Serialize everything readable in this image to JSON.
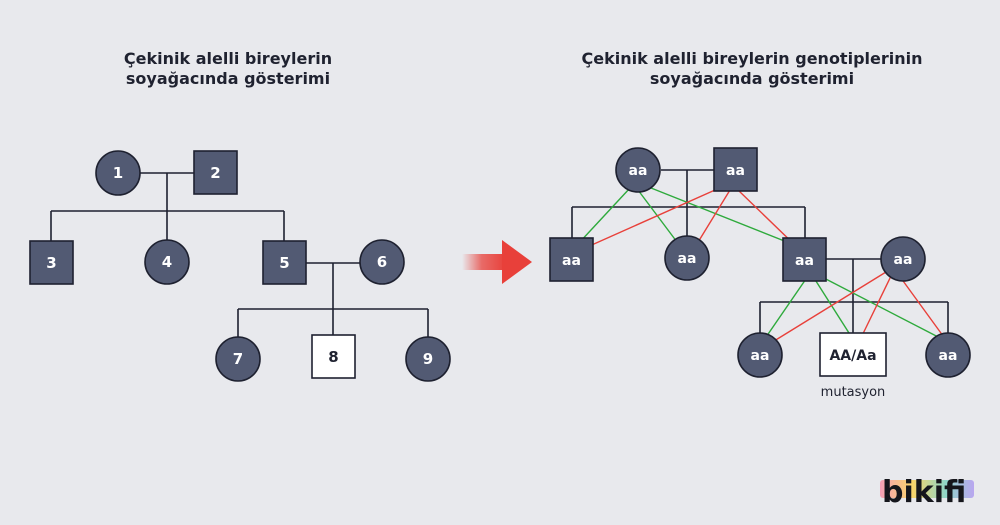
{
  "left": {
    "title_line1": "Çekinik alelli bireylerin",
    "title_line2": "soyağacında gösterimi",
    "individuals": [
      "1",
      "2",
      "3",
      "4",
      "5",
      "6",
      "7",
      "8",
      "9"
    ]
  },
  "right": {
    "title_line1": "Çekinik alelli bireylerin genotiplerinin",
    "title_line2": "soyağacında gösterimi",
    "genotypes": [
      "aa",
      "aa",
      "aa",
      "aa",
      "aa",
      "aa",
      "aa",
      "AA/Aa",
      "aa"
    ],
    "note": "mutasyon"
  },
  "colors": {
    "affected": "#525a73",
    "inherit_a": "#2eaa3c",
    "inherit_b": "#e8403a",
    "arrow": "#e8403a"
  },
  "brand": {
    "logo": "bikifi"
  }
}
